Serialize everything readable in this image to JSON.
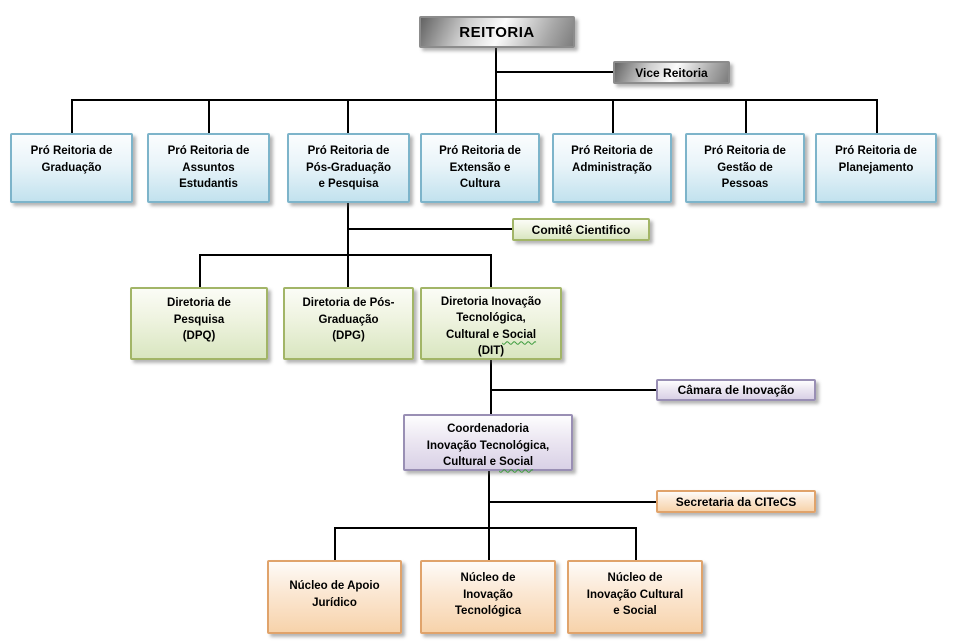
{
  "colors": {
    "line": "#000000",
    "text": "#000000",
    "blue_top": "#fbfdfe",
    "blue_bottom": "#c2e2ee",
    "blue_border": "#7db4ca",
    "green_top": "#fbfcf6",
    "green_bottom": "#d9e6c0",
    "green_border": "#a2b567",
    "purple_top": "#fdfdfe",
    "purple_bottom": "#d9d1e6",
    "purple_border": "#998fb4",
    "orange_top": "#fefbf8",
    "orange_bottom": "#f7d3ab",
    "orange_border": "#e0a36b",
    "metal_dark": "#636363",
    "metal_light": "#fbfbfb",
    "metal_mid": "#a8a8a8",
    "shadow": "rgba(90,90,90,0.45)",
    "wavy_underline": "#3a9a3a"
  },
  "org": {
    "root": {
      "label": "REITORIA"
    },
    "vice": {
      "label": "Vice Reitoria"
    },
    "pro_reitorias": [
      {
        "label": "Pró Reitoria de\nGraduação"
      },
      {
        "label": "Pró Reitoria de\nAssuntos\nEstudantis"
      },
      {
        "label": "Pró Reitoria de\nPós-Graduação\ne Pesquisa"
      },
      {
        "label": "Pró Reitoria de\nExtensão e\nCultura"
      },
      {
        "label": "Pró Reitoria de\nAdministração"
      },
      {
        "label": "Pró Reitoria de\nGestão de\nPessoas"
      },
      {
        "label": "Pró Reitoria de\nPlanejamento"
      }
    ],
    "comite": {
      "label": "Comitê Cientifico"
    },
    "diretorias": [
      {
        "label": "Diretoria de\nPesquisa\n(DPQ)"
      },
      {
        "label": "Diretoria de Pós-\nGraduação\n(DPG)"
      },
      {
        "label_start": "Diretoria Inovação\nTecnológica,\nCultural e ",
        "label_wavy": "Social",
        "label_end": "\n(DIT)"
      }
    ],
    "camara": {
      "label": "Câmara de Inovação"
    },
    "coordenadoria": {
      "label_start": "Coordenadoria\nInovação Tecnológica,\nCultural e ",
      "label_wavy": "Social"
    },
    "secretaria": {
      "label": "Secretaria da CITeCS"
    },
    "nucleos": [
      {
        "label": "Núcleo de Apoio\nJurídico"
      },
      {
        "label": "Núcleo de\nInovação\nTecnológica"
      },
      {
        "label": "Núcleo de\nInovação Cultural\ne Social"
      }
    ]
  }
}
